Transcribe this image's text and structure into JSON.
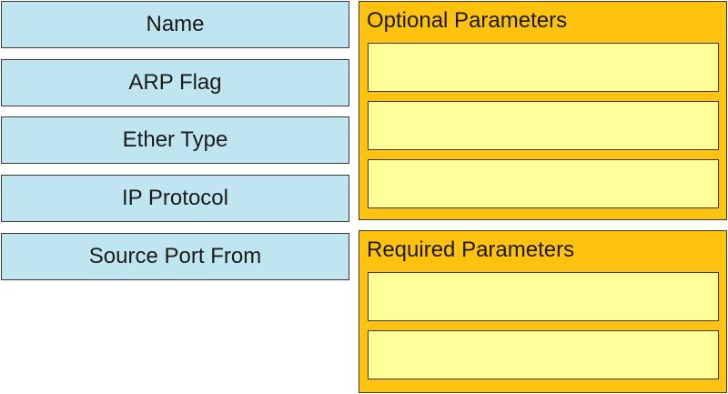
{
  "source_items": [
    {
      "label": "Name"
    },
    {
      "label": "ARP Flag"
    },
    {
      "label": "Ether Type"
    },
    {
      "label": "IP Protocol"
    },
    {
      "label": "Source Port From"
    }
  ],
  "optional_panel": {
    "title": "Optional Parameters",
    "slot_count": 3
  },
  "required_panel": {
    "title": "Required Parameters",
    "slot_count": 2
  },
  "colors": {
    "item_fill": "#bfe6f0",
    "panel_fill": "#ffc20e",
    "slot_fill": "#ffff99",
    "border": "#3a3a3a"
  }
}
